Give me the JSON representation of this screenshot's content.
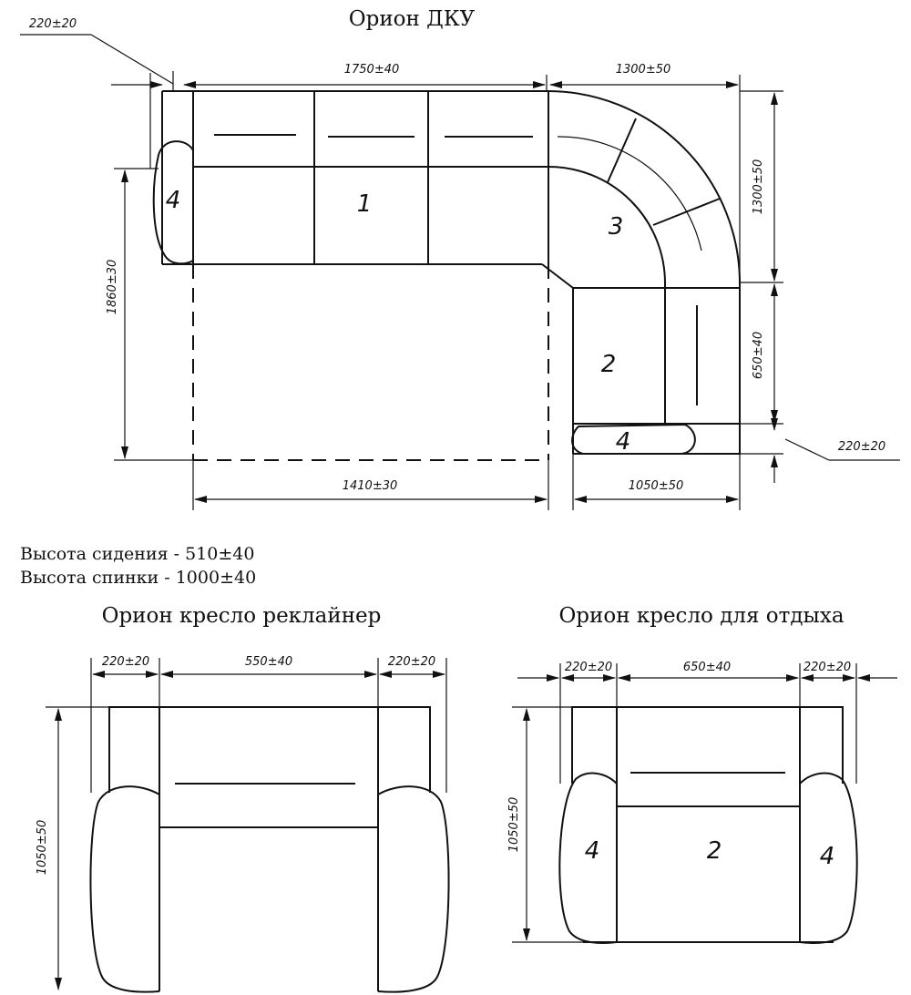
{
  "corner_sofa": {
    "title": "Орион ДКУ",
    "dims": {
      "armrest_left": "220±20",
      "top_length": "1750±40",
      "corner_width": "1300±50",
      "corner_depth": "1300±50",
      "left_depth": "1860±30",
      "right_section": "650±40",
      "armrest_right": "220±20",
      "bottom_inner": "1410±30",
      "bottom_right": "1050±50"
    },
    "module_labels": {
      "armrest_left": "4",
      "straight": "1",
      "corner": "3",
      "end": "2",
      "armrest_bottom": "4"
    }
  },
  "notes": {
    "seat_height": "Высота сидения - 510±40",
    "back_height": "Высота спинки - 1000±40"
  },
  "recliner": {
    "title": "Орион кресло реклайнер",
    "dims": {
      "arm_left": "220±20",
      "seat": "550±40",
      "arm_right": "220±20",
      "depth": "1050±50"
    }
  },
  "lounge_chair": {
    "title": "Орион кресло для отдыха",
    "dims": {
      "arm_left": "220±20",
      "seat": "650±40",
      "arm_right": "220±20",
      "depth": "1050±50"
    },
    "labels": {
      "arm_left": "4",
      "seat": "2",
      "arm_right": "4"
    }
  }
}
